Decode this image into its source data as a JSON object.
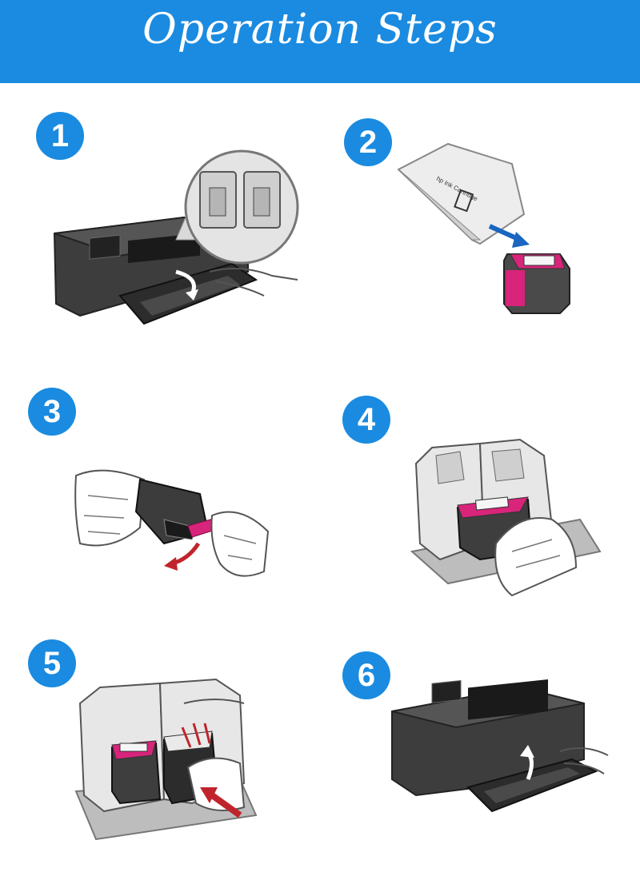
{
  "header": {
    "title": "Operation Steps"
  },
  "colors": {
    "banner": "#1a8be0",
    "badge": "#1a8be0",
    "printer": "#3a3a3a",
    "cartridge_color": "#d8247a",
    "arrow": "#c0242c"
  },
  "steps": [
    {
      "number": "1",
      "illustration": "open-printer-door"
    },
    {
      "number": "2",
      "illustration": "unpack-cartridge"
    },
    {
      "number": "3",
      "illustration": "remove-protective-tape"
    },
    {
      "number": "4",
      "illustration": "insert-color-cartridge"
    },
    {
      "number": "5",
      "illustration": "insert-black-cartridge"
    },
    {
      "number": "6",
      "illustration": "close-printer-door"
    }
  ],
  "package_label": "hp Ink Cartridge"
}
